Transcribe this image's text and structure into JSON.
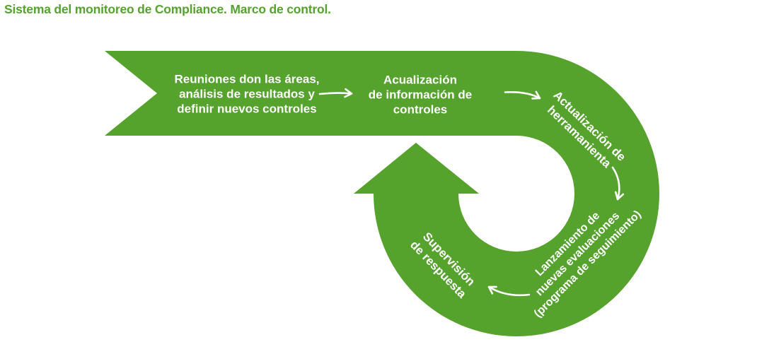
{
  "title": "Sistema del monitoreo de Compliance. Marco de control.",
  "colors": {
    "green": "#55A22D",
    "text_on_green": "#FFFFFF",
    "background": "#FFFFFF"
  },
  "diagram": {
    "description": "Clockwise cycle arrow: horizontal band feeding into a circular loop ending in an upward arrowhead",
    "steps": [
      {
        "id": "reuniones",
        "lines": [
          "Reuniones don las áreas,",
          "análisis de resultados y",
          "definir nuevos controles"
        ]
      },
      {
        "id": "acualizacion-informacion",
        "lines": [
          "Acualización",
          "de información de",
          "controles"
        ]
      },
      {
        "id": "actualizacion-herramienta",
        "lines": [
          "Actualización de",
          "herramanienta"
        ]
      },
      {
        "id": "lanzamiento-evaluaciones",
        "lines": [
          "Lanzamiento de",
          "nuevas evaluaciones",
          "(programa de seguimiento)"
        ]
      },
      {
        "id": "supervision-respuesta",
        "lines": [
          "Supervisión",
          "de respuesta"
        ]
      }
    ],
    "connectors": [
      {
        "id": "flow-arrow-1",
        "kind": "straight-right"
      },
      {
        "id": "flow-arrow-2",
        "kind": "curve-right"
      },
      {
        "id": "flow-arrow-3",
        "kind": "curve-down"
      },
      {
        "id": "flow-arrow-4",
        "kind": "curve-left"
      }
    ]
  }
}
